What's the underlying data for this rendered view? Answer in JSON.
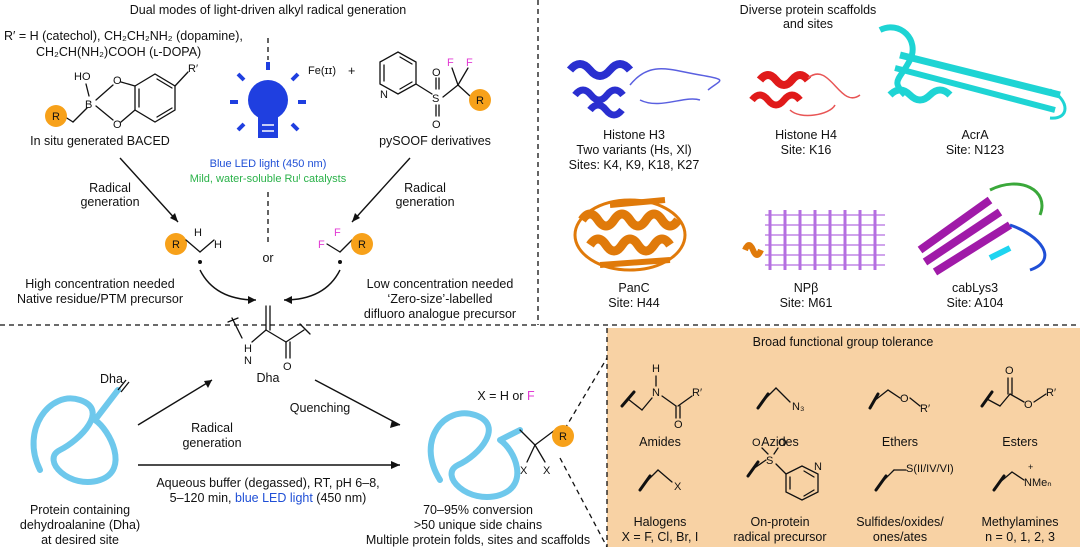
{
  "panel_top_left": {
    "title": "Dual modes of light-driven alkyl radical generation",
    "rprime_line1": "R′ = H (catechol), CH₂CH₂NH₂ (dopamine),",
    "rprime_line2": "CH₂CH(NH₂)COOH (ʟ-DOPA)",
    "baced_label": "In situ generated BACED",
    "atom_ho": "HO",
    "atom_b": "B",
    "atom_o": "O",
    "atom_rprime": "R′",
    "atom_r": "R",
    "atom_h": "H",
    "atom_f": "F",
    "atom_s": "S",
    "atom_n": "N",
    "fe_label": "Fe(ɪɪ)",
    "plus": "+",
    "pysoof_label": "pySOOF derivatives",
    "led_label": "Blue LED light (450 nm)",
    "catalyst_label": "Mild, water-soluble Ruᴵ catalysts",
    "radical_generation_word1": "Radical",
    "radical_generation_word2": "generation",
    "or_label": "or",
    "left_note1": "High concentration needed",
    "left_note2": "Native residue/PTM precursor",
    "right_note1": "Low concentration needed",
    "right_note2": "‘Zero-size’-labelled",
    "right_note3": "difluoro analogue precursor",
    "dha_label": "Dha"
  },
  "panel_top_right": {
    "title_line1": "Diverse protein scaffolds",
    "title_line2": "and sites",
    "proteins": [
      {
        "name": "Histone H3",
        "line2": "Two variants (Hs, Xl)",
        "line3": "Sites: K4, K9, K18, K27",
        "color": "#2a2fd0"
      },
      {
        "name": "Histone H4",
        "line2": "Site: K16",
        "line3": "",
        "color": "#e01a1a"
      },
      {
        "name": "AcrA",
        "line2": "Site: N123",
        "line3": "",
        "color": "#1ed4d4"
      },
      {
        "name": "PanC",
        "line2": "Site: H44",
        "line3": "",
        "color": "#e07a0a"
      },
      {
        "name": "NPβ",
        "line2": "Site: M61",
        "line3": "",
        "color": "#b46ee0"
      },
      {
        "name": "cabLys3",
        "line2": "Site: A104",
        "line3": "",
        "color": "#a01aa8"
      }
    ]
  },
  "panel_bottom_left": {
    "dha_label": "Dha",
    "protein_line1": "Protein containing",
    "protein_line2": "dehydroalanine (Dha)",
    "protein_line3": "at desired site",
    "radical_generation_word1": "Radical",
    "radical_generation_word2": "generation",
    "quenching": "Quenching",
    "conditions_line1": "Aqueous buffer (degassed), RT, pH 6–8,",
    "conditions_line2_a": "5–120 min, ",
    "conditions_line2_b": "blue LED light",
    "conditions_line2_c": " (450 nm)",
    "x_def_a": "X = H or ",
    "x_def_b": "F",
    "atom_x": "X",
    "atom_r": "R",
    "result_line1": "70–95% conversion",
    "result_line2": ">50 unique side chains",
    "result_line3": "Multiple protein folds, sites and scaffolds"
  },
  "panel_bottom_right": {
    "title": "Broad functional group tolerance",
    "bg_color": "#f8d2a4",
    "groups": [
      {
        "label": "Amides",
        "label2": "",
        "sub_a": "H",
        "sub_b": "N",
        "sub_c": "R′",
        "sub_d": "O"
      },
      {
        "label": "Azides",
        "label2": "",
        "sub_a": "N₃",
        "sub_b": "",
        "sub_c": "",
        "sub_d": ""
      },
      {
        "label": "Ethers",
        "label2": "",
        "sub_a": "O",
        "sub_b": "R′",
        "sub_c": "",
        "sub_d": ""
      },
      {
        "label": "Esters",
        "label2": "",
        "sub_a": "O",
        "sub_b": "O",
        "sub_c": "R′",
        "sub_d": ""
      },
      {
        "label": "Halogens",
        "label2": "X = F, Cl, Br, I",
        "sub_a": "X",
        "sub_b": "",
        "sub_c": "",
        "sub_d": ""
      },
      {
        "label": "On-protein",
        "label2": "radical precursor",
        "sub_a": "S",
        "sub_b": "O",
        "sub_c": "O",
        "sub_d": "N"
      },
      {
        "label": "Sulfides/oxides/",
        "label2": "ones/ates",
        "sub_a": "S(II/IV/VI)",
        "sub_b": "",
        "sub_c": "",
        "sub_d": ""
      },
      {
        "label": "Methylamines",
        "label2": "n = 0, 1, 2, 3",
        "sub_a": "NMeₙ",
        "sub_b": "+",
        "sub_c": "",
        "sub_d": ""
      }
    ]
  }
}
